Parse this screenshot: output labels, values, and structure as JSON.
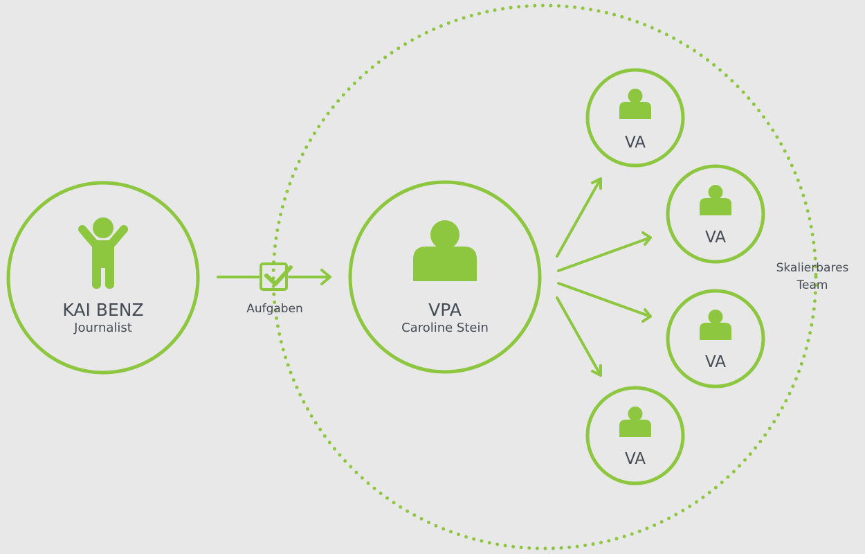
{
  "colors": {
    "accent": "#8dc63f",
    "text": "#444a54",
    "background": "#e8e8e8"
  },
  "client": {
    "name": "KAI BENZ",
    "role": "Journalist",
    "icon": "person-arms-raised-icon"
  },
  "task_flow": {
    "label": "Aufgaben",
    "icon": "checkbox-checked-icon"
  },
  "vpa": {
    "title": "VPA",
    "name": "Caroline Stein",
    "icon": "user-icon"
  },
  "team": {
    "label_line1": "Skalierbares",
    "label_line2": "Team",
    "members": [
      {
        "label": "VA",
        "icon": "user-icon"
      },
      {
        "label": "VA",
        "icon": "user-icon"
      },
      {
        "label": "VA",
        "icon": "user-icon"
      },
      {
        "label": "VA",
        "icon": "user-icon"
      }
    ]
  }
}
